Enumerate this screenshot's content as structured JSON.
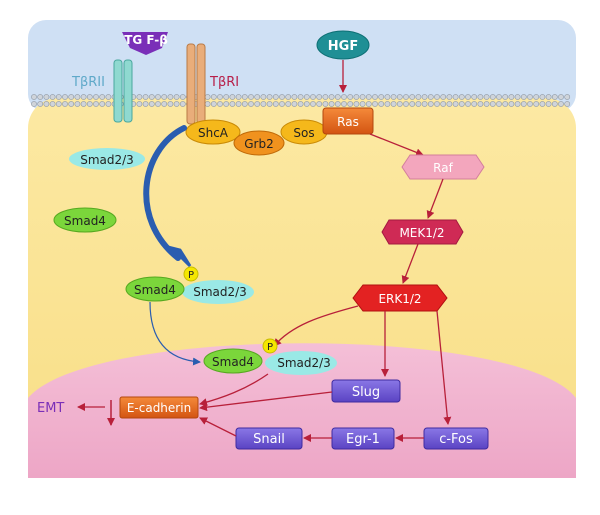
{
  "ligands": {
    "tgfb": "TG F-β",
    "hgf": "HGF"
  },
  "receptors": {
    "tbr2": "TβRII",
    "tbr1": "TβRI"
  },
  "adaptors": {
    "shca": "ShcA",
    "grb2": "Grb2",
    "sos": "Sos",
    "ras": "Ras"
  },
  "kinases": {
    "raf": "Raf",
    "mek": "MEK1/2",
    "erk": "ERK1/2"
  },
  "smads": {
    "smad23": "Smad2/3",
    "smad4": "Smad4",
    "phospho": "P"
  },
  "nuclear": {
    "slug": "Slug",
    "ecadherin": "E-cadherin",
    "snail": "Snail",
    "egr1": "Egr-1",
    "cfos": "c-Fos",
    "emt": "EMT"
  },
  "colors": {
    "extracellular": "#cfe0f4",
    "cytoplasm": "#fbe79a",
    "nucleus": "#f1b4cf",
    "tgfb_purple": "#7a2fb8",
    "tbr2_cyan": "#8fd9d0",
    "tbr1_orange": "#e9ad7a",
    "hgf_teal": "#1f8f95",
    "arrow_red": "#b8203a",
    "arrow_blue": "#2a5db0",
    "green": "#7bd63b",
    "cyan": "#9ae9e6",
    "ras_orange": "#e8661c",
    "raf_pink": "#f3a6bd",
    "mek_crimson": "#cf2a55",
    "erk_red": "#e32222",
    "box_purple": "#6b54d1",
    "emt_purple": "#7a2fb8"
  }
}
